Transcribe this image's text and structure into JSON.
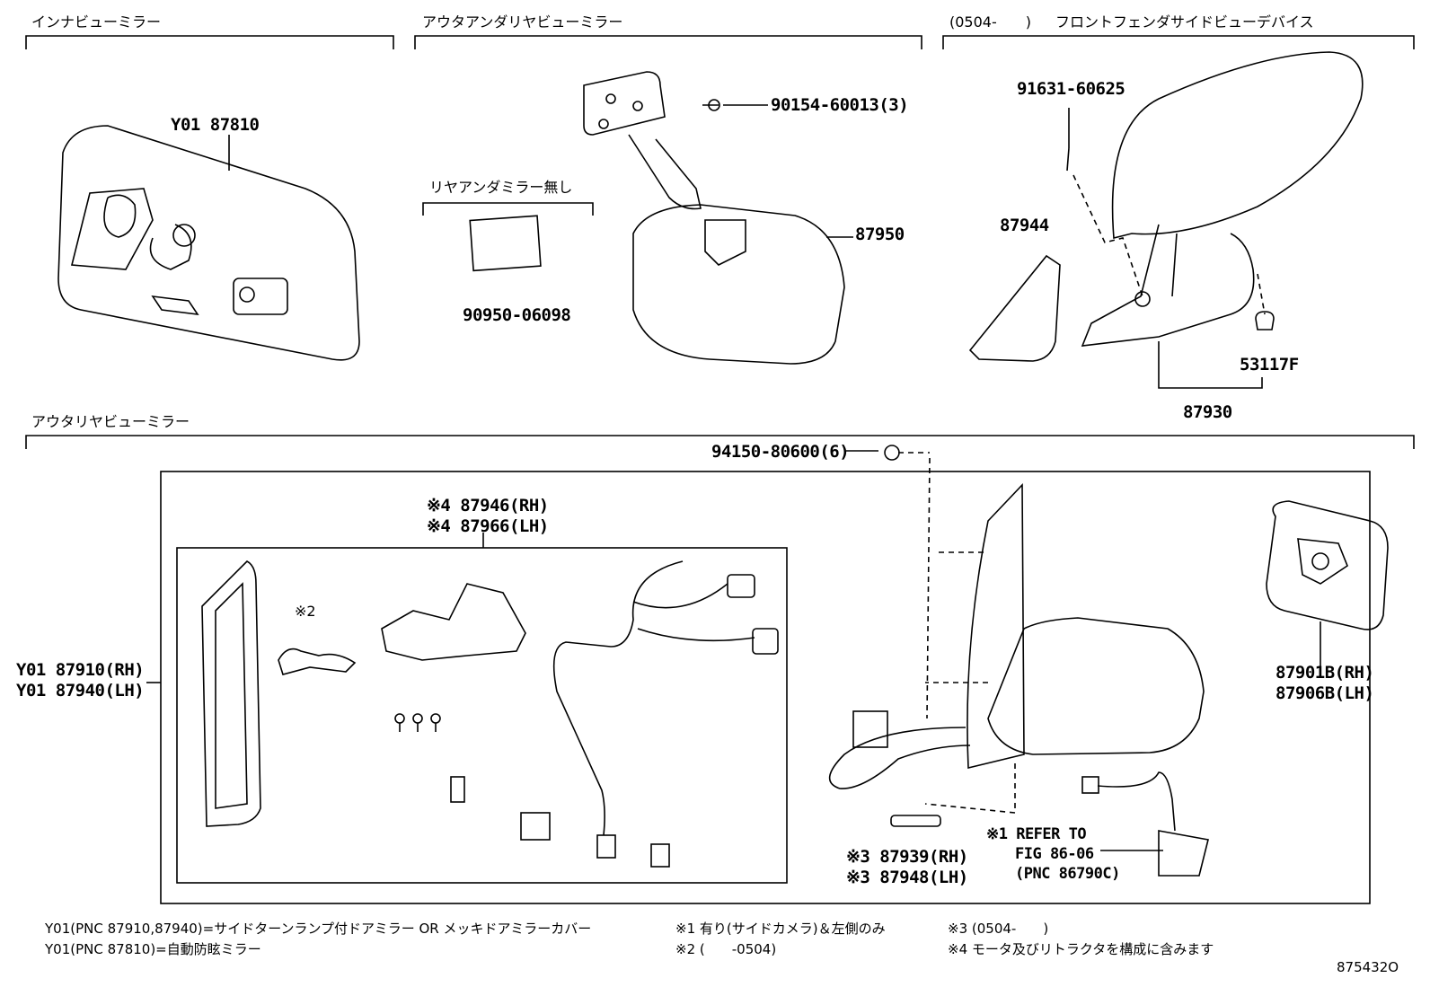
{
  "sections": {
    "inner": "インナビューミラー",
    "under": "アウタアンダリヤビューミラー",
    "fender_range": "(0504-　　)",
    "fender": "フロントフェンダサイドビューデバイス",
    "outer": "アウタリヤビューミラー",
    "no_under": "リヤアンダミラー無し"
  },
  "parts": {
    "p87810": "Y01 87810",
    "p90154": "90154-60013(3)",
    "p87950": "87950",
    "p90950": "90950-06098",
    "p91631": "91631-60625",
    "p87944": "87944",
    "p53117": "53117F",
    "p87930": "87930",
    "p94150": "94150-80600(6)",
    "p87946": "※4 87946(RH)",
    "p87966": "※4 87966(LH)",
    "star2": "※2",
    "p87910": "Y01 87910(RH)",
    "p87940": "Y01 87940(LH)",
    "p87901": "87901B(RH)",
    "p87906": "87906B(LH)",
    "p87939": "※3 87939(RH)",
    "p87948": "※3 87948(LH)",
    "refer1": "※1 REFER TO",
    "refer2": "FIG 86-06",
    "refer3": "(PNC 86790C)"
  },
  "notes": {
    "n1": "Y01(PNC 87910,87940)=サイドターンランプ付ドアミラー OR メッキドアミラーカバー",
    "n2": "Y01(PNC 87810)=自動防眩ミラー",
    "n3": "※1 有り(サイドカメラ)＆左側のみ",
    "n4": "※2 (　　-0504)",
    "n5": "※3 (0504-　　)",
    "n6": "※4 モータ及びリトラクタを構成に含みます",
    "code": "875432O"
  }
}
